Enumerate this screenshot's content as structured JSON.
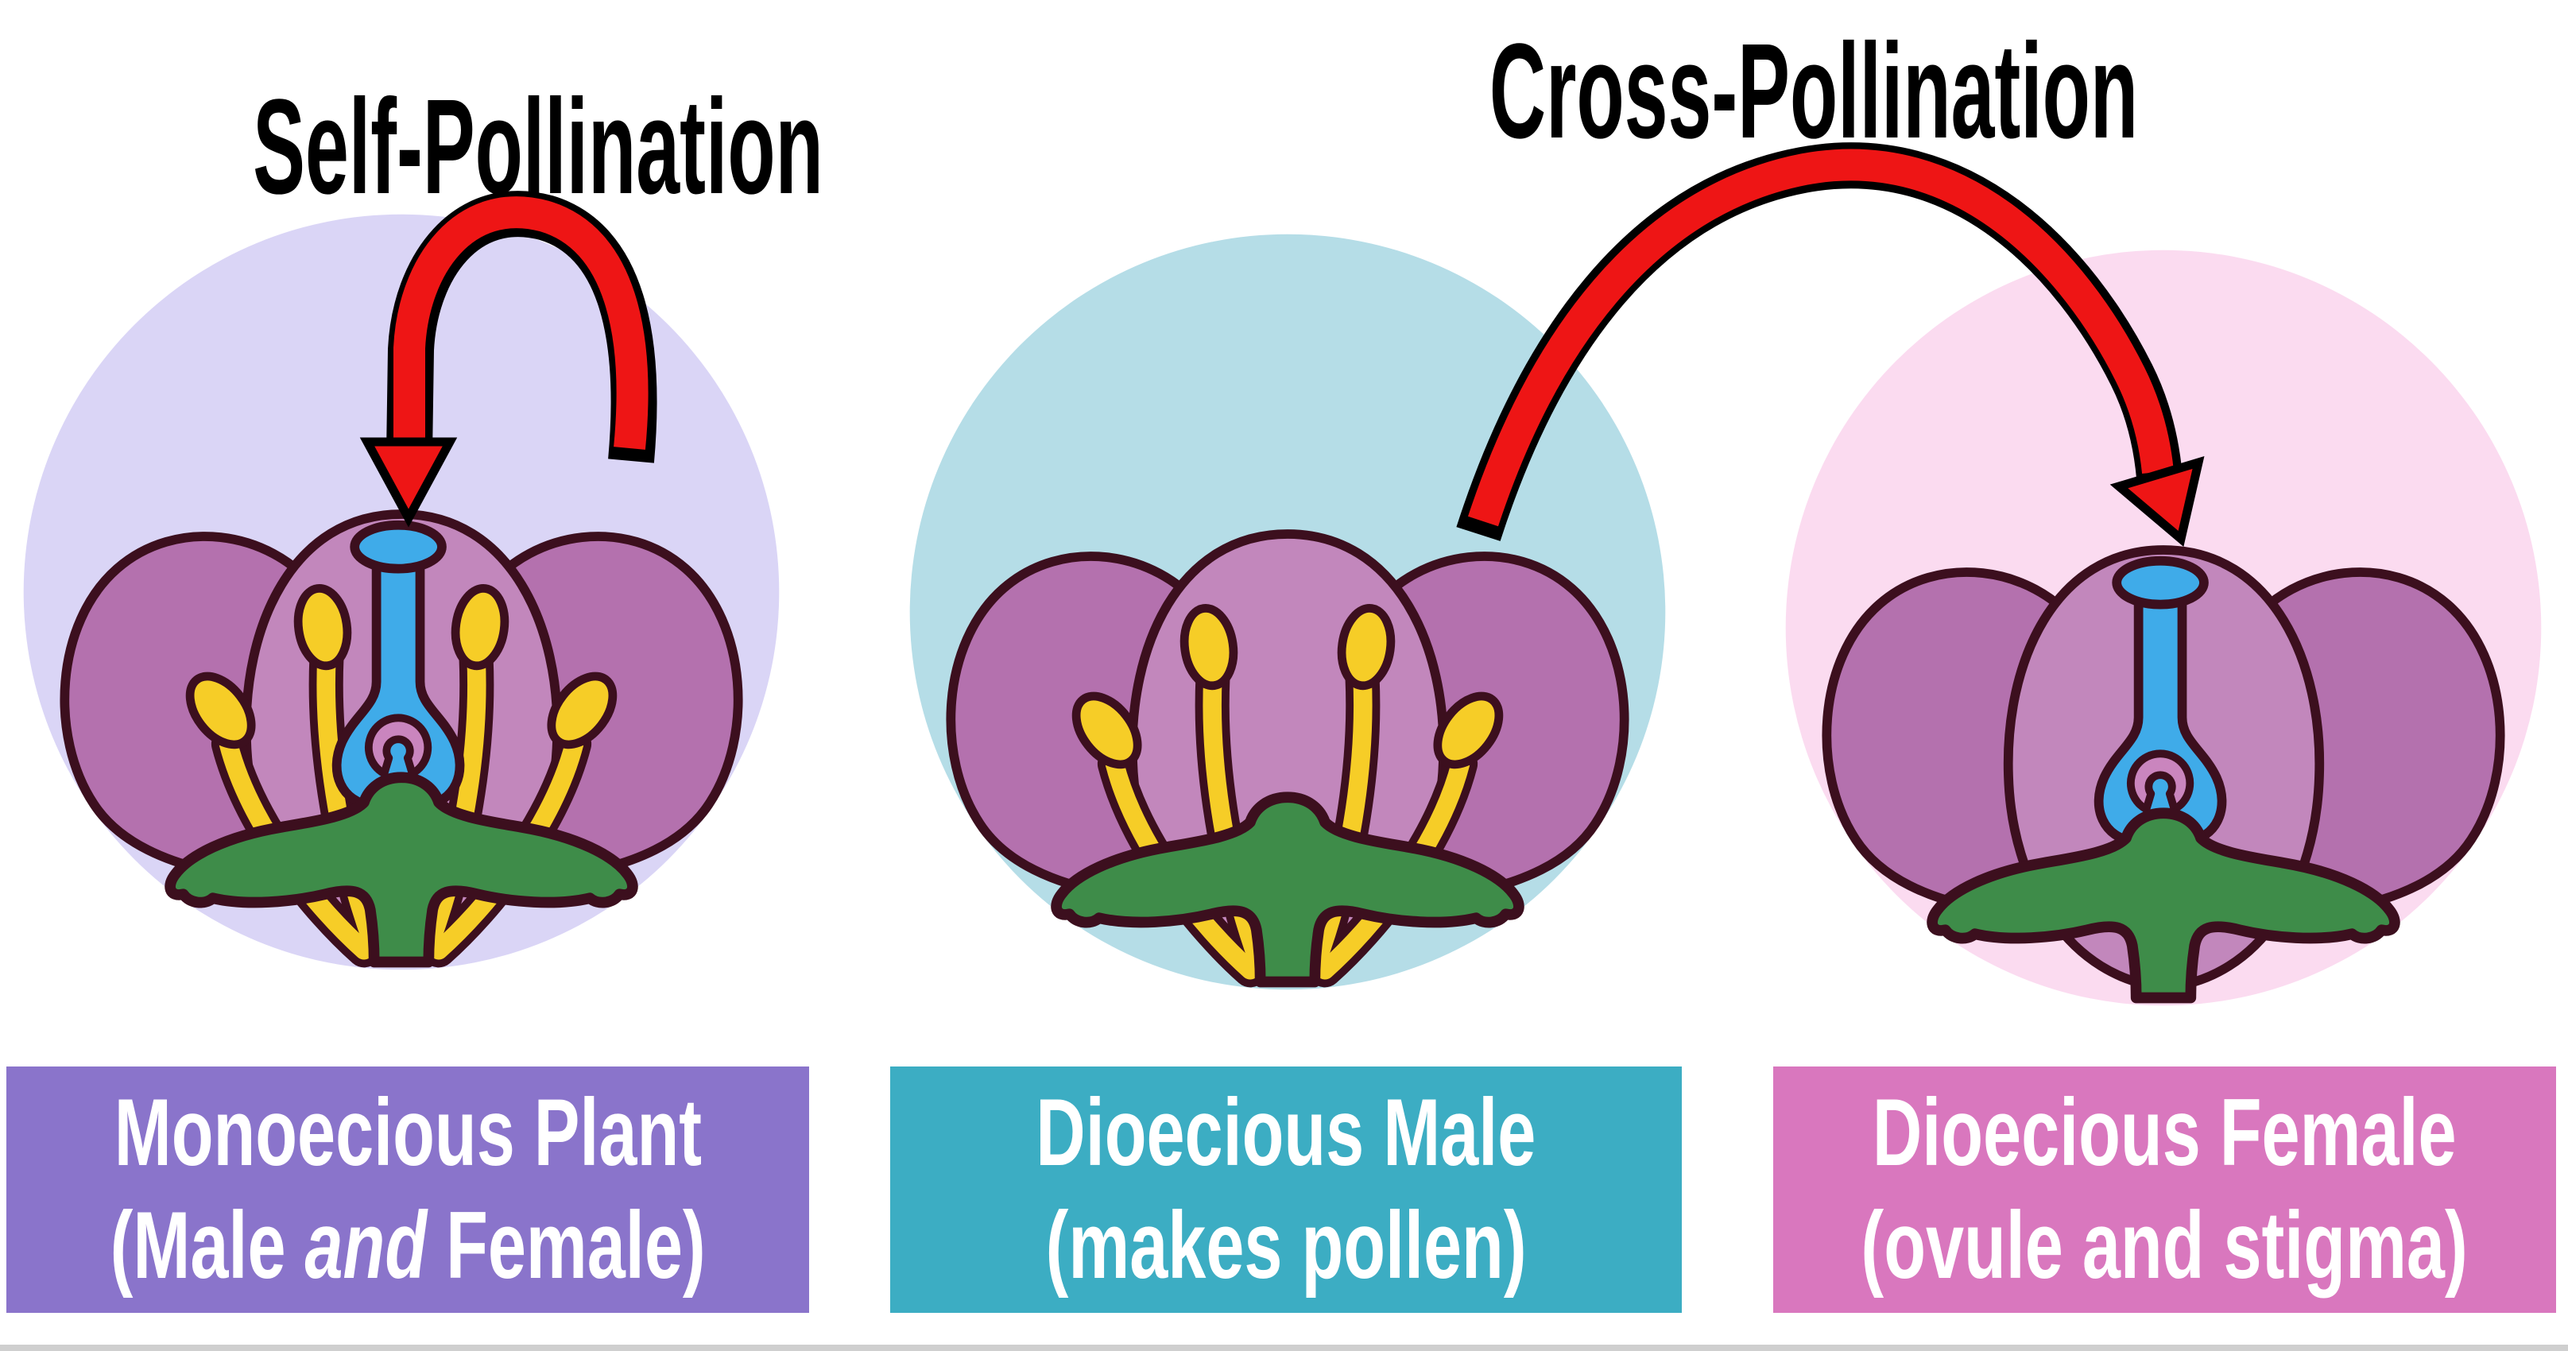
{
  "titles": {
    "self": "Self-Pollination",
    "cross": "Cross-Pollination"
  },
  "labels": {
    "monoecious": {
      "line1": "Monoecious Plant",
      "line2_pre": "(Male ",
      "line2_italic": "and",
      "line2_post": " Female)",
      "bg": "#8a74cb"
    },
    "dioecious_male": {
      "line1": "Dioecious Male",
      "line2": "(makes pollen)",
      "bg": "#3cadc3"
    },
    "dioecious_female": {
      "line1": "Dioecious Female",
      "line2": "(ovule and stigma)",
      "bg": "#d977be"
    }
  },
  "panels": [
    {
      "name": "monoecious-plant",
      "circle_color": "#dad5f6",
      "has_stamens": true,
      "has_pistil": true
    },
    {
      "name": "dioecious-male",
      "circle_color": "#b5dde7",
      "has_stamens": true,
      "has_pistil": false
    },
    {
      "name": "dioecious-female",
      "circle_color": "#fbdbf0",
      "has_stamens": false,
      "has_pistil": true
    }
  ],
  "colors": {
    "petal_side": "#b471ae",
    "petal_center": "#c287bc",
    "outline": "#3c0f1e",
    "stamen_yellow": "#f6cd27",
    "pistil_blue": "#3fabe9",
    "ovule_pink": "#ca85be",
    "sepal_green": "#3e8c49",
    "arrow_red": "#ee1515",
    "title_text": "#000000",
    "label_text": "#ffffff"
  }
}
